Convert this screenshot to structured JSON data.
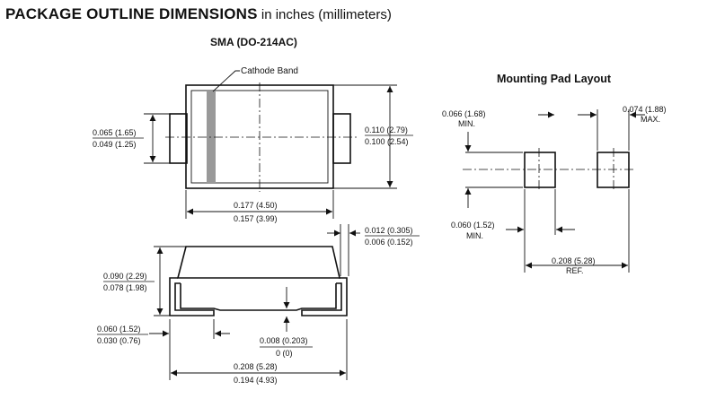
{
  "header": {
    "title_bold": "PACKAGE OUTLINE DIMENSIONS",
    "title_rest": " in inches (millimeters)"
  },
  "package_label": "SMA (DO-214AC)",
  "pad_title": "Mounting Pad Layout",
  "cathode_band": "Cathode Band",
  "top_view": {
    "lead_height": {
      "max": "0.065 (1.65)",
      "min": "0.049 (1.25)"
    },
    "body_height": {
      "max": "0.110 (2.79)",
      "min": "0.100 (2.54)"
    },
    "body_length": {
      "max": "0.177 (4.50)",
      "min": "0.157 (3.99)"
    }
  },
  "side_view": {
    "lead_thickness": {
      "max": "0.012 (0.305)",
      "min": "0.006 (0.152)"
    },
    "total_height": {
      "max": "0.090 (2.29)",
      "min": "0.078 (1.98)"
    },
    "lead_length": {
      "max": "0.060 (1.52)",
      "min": "0.030 (0.76)"
    },
    "standoff": {
      "max": "0.008 (0.203)",
      "min": "0 (0)"
    },
    "overall_length": {
      "max": "0.208 (5.28)",
      "min": "0.194 (4.93)"
    }
  },
  "pad_layout": {
    "pad_height": {
      "value": "0.066 (1.68)",
      "qual": "MIN."
    },
    "pad_width": {
      "value": "0.074 (1.88)",
      "qual": "MAX."
    },
    "pad_gap": {
      "value": "0.060 (1.52)",
      "qual": "MIN."
    },
    "pad_span": {
      "value": "0.208 (5.28)",
      "qual": "REF."
    }
  }
}
